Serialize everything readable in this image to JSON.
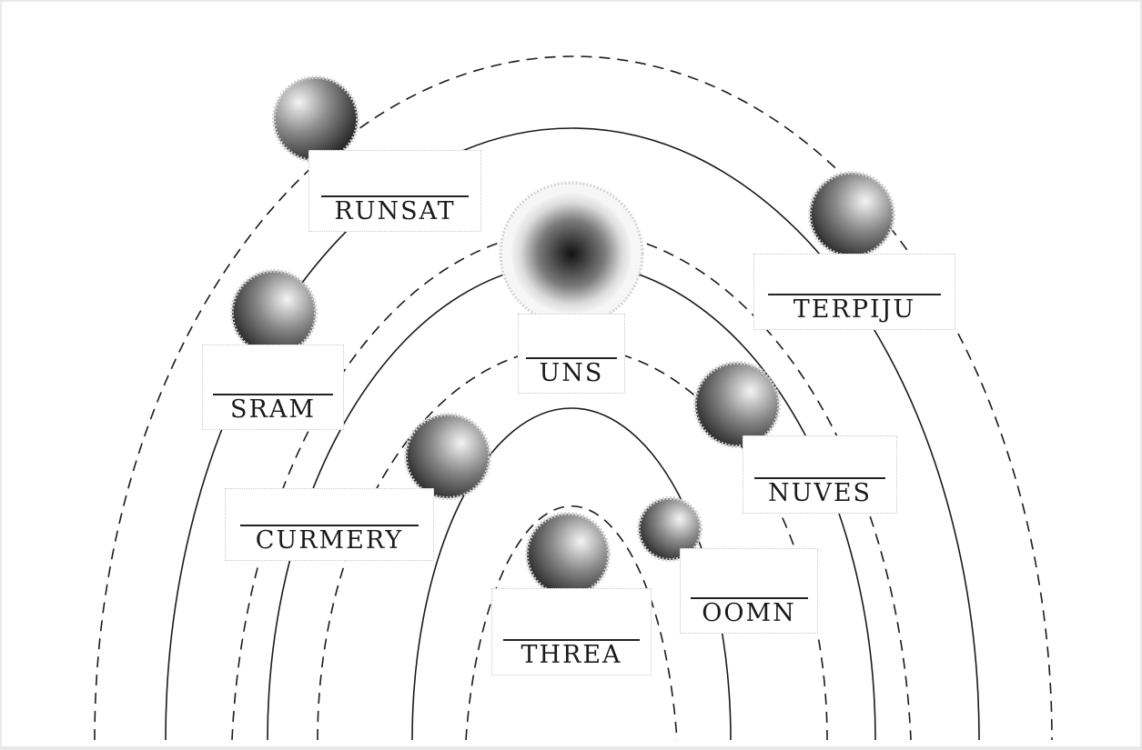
{
  "diagram": {
    "center_body": "UNS",
    "bodies": [
      {
        "id": "runsat",
        "label": "RUNSAT"
      },
      {
        "id": "terpiju",
        "label": "TERPIJU"
      },
      {
        "id": "uns",
        "label": "UNS"
      },
      {
        "id": "sram",
        "label": "SRAM"
      },
      {
        "id": "nuves",
        "label": "NUVES"
      },
      {
        "id": "curmery",
        "label": "CURMERY"
      },
      {
        "id": "oomn",
        "label": "OOMN"
      },
      {
        "id": "threa",
        "label": "THREA"
      }
    ],
    "orbit_styles": [
      "dashed",
      "solid",
      "dashed",
      "solid",
      "dashed",
      "solid",
      "dashed"
    ],
    "colors": {
      "line": "#1a1a1a",
      "background": "#ffffff",
      "label_border": "#c8c8c8"
    }
  }
}
